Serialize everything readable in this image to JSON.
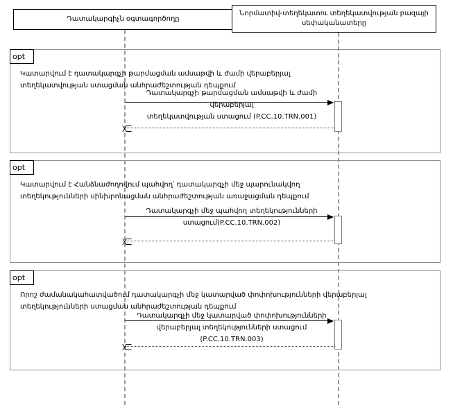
{
  "diagram": {
    "type": "uml-sequence-diagram",
    "participants": [
      {
        "id": "user",
        "label": "Դատակարգիչն օգտագործողը"
      },
      {
        "id": "owner",
        "label": "Նորմատիվ-տեղեկատու տեղեկատվության բազայի սեփականատերը"
      }
    ],
    "fragments": [
      {
        "tag": "opt",
        "guard_lines": [
          "Կատարվում է դատակարգչի թարմացման ամսաթվի և ժամի վերաբերյալ",
          "տեղեկատվության ստացման անհրաժեշտության դեպքում"
        ],
        "message": {
          "lines": [
            "Դատակարգչի թարմացման ամսաթվի և ժամի վերաբերյալ",
            "տեղեկատվության ստացում (P.CC.10.TRN.001)"
          ],
          "code": "P.CC.10.TRN.001",
          "from": "user",
          "to": "owner",
          "kind": "synchronous-call"
        },
        "reply": {
          "kind": "return",
          "from": "owner",
          "to": "user"
        }
      },
      {
        "tag": "opt",
        "guard_lines": [
          "Կատարվում է Հանձնաժողովում պահվող՝ դատակարգչի մեջ պարունակվող",
          "տեղեկությունների սինխրոնացման անհրաժեշտության առաջացման դեպքում"
        ],
        "message": {
          "lines": [
            "Դատակարգչի մեջ պահվող տեղեկությունների",
            "ստացում(P.CC.10.TRN.002)"
          ],
          "code": "P.CC.10.TRN.002",
          "from": "user",
          "to": "owner",
          "kind": "synchronous-call"
        },
        "reply": {
          "kind": "return",
          "from": "owner",
          "to": "user"
        }
      },
      {
        "tag": "opt",
        "guard_lines": [
          "Որոշ ժամանակահատվածում դատակարգչի մեջ կատարված փոփոխությունների վերաբերյալ",
          "տեղեկությունների ստացման անհրաժեշտության դեպքում"
        ],
        "message": {
          "lines": [
            "Դատակարգչի մեջ կատարված փոփոխությունների",
            "վերաբերյալ տեղեկությունների ստացում (P.CC.10.TRN.003)"
          ],
          "code": "P.CC.10.TRN.003",
          "from": "user",
          "to": "owner",
          "kind": "synchronous-call"
        },
        "reply": {
          "kind": "return",
          "from": "owner",
          "to": "user"
        }
      }
    ],
    "colors": {
      "background": "#ffffff",
      "line": "#000000",
      "frame_border": "#8d8d8d",
      "lifeline": "#9a9a9a"
    }
  }
}
